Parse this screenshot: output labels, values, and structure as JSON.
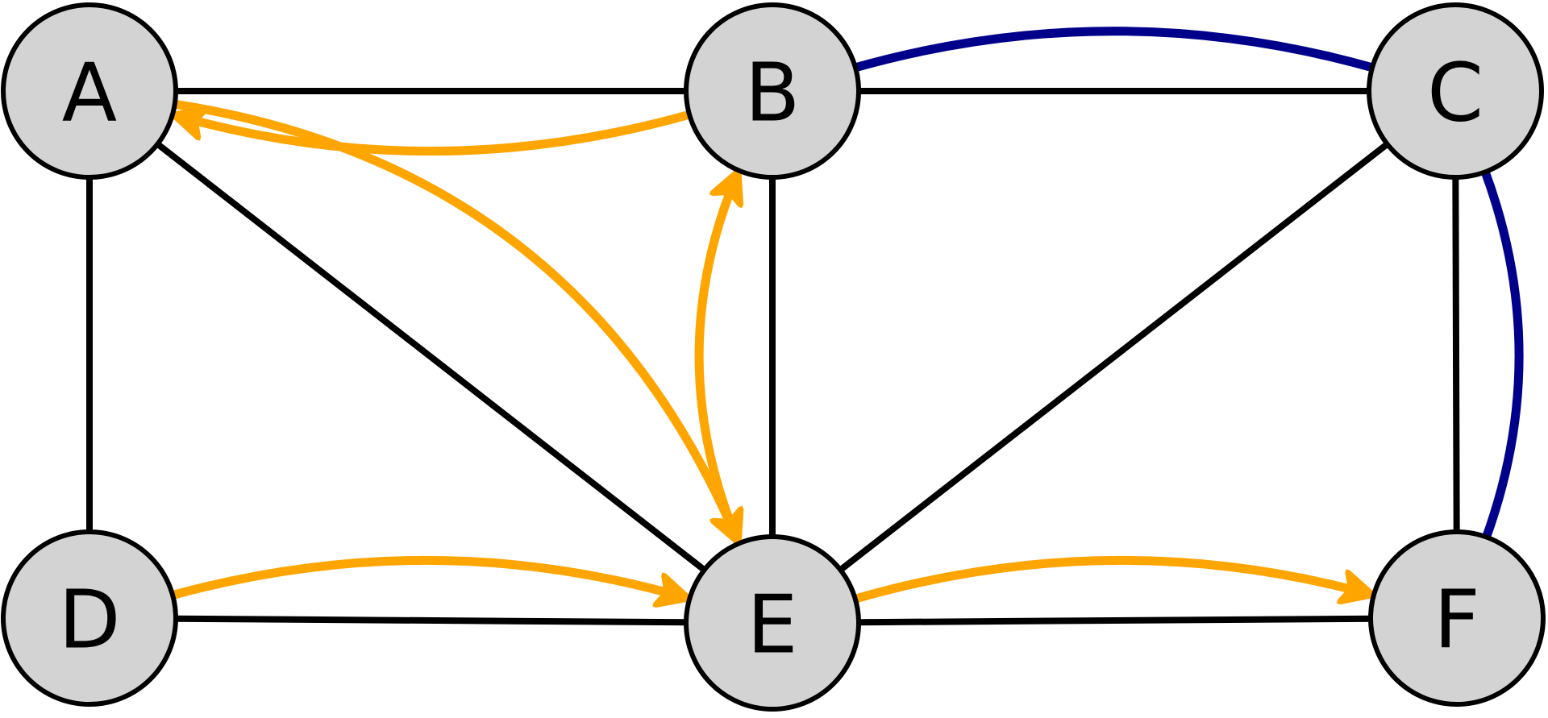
{
  "diagram": {
    "type": "graph",
    "colors": {
      "node_fill": "#d3d3d3",
      "node_stroke": "#000000",
      "edge": "#000000",
      "path_highlight": "#ffa500",
      "path_alt": "#00008b"
    },
    "nodes": [
      {
        "id": "A",
        "label": "A"
      },
      {
        "id": "B",
        "label": "B"
      },
      {
        "id": "C",
        "label": "C"
      },
      {
        "id": "D",
        "label": "D"
      },
      {
        "id": "E",
        "label": "E"
      },
      {
        "id": "F",
        "label": "F"
      }
    ],
    "edges": [
      {
        "from": "A",
        "to": "B"
      },
      {
        "from": "B",
        "to": "C"
      },
      {
        "from": "A",
        "to": "D"
      },
      {
        "from": "A",
        "to": "E"
      },
      {
        "from": "B",
        "to": "E"
      },
      {
        "from": "C",
        "to": "E"
      },
      {
        "from": "C",
        "to": "F"
      },
      {
        "from": "D",
        "to": "E"
      },
      {
        "from": "E",
        "to": "F"
      }
    ],
    "directed_arcs": [
      {
        "from": "B",
        "to": "A",
        "color": "orange",
        "arrow": true
      },
      {
        "from": "A",
        "to": "E",
        "color": "orange",
        "arrow": true
      },
      {
        "from": "E",
        "to": "B",
        "color": "orange",
        "arrow": true
      },
      {
        "from": "D",
        "to": "E",
        "color": "orange",
        "arrow": true
      },
      {
        "from": "E",
        "to": "F",
        "color": "orange",
        "arrow": true
      },
      {
        "from": "B",
        "to": "C",
        "color": "navy",
        "arrow": false
      },
      {
        "from": "C",
        "to": "F",
        "color": "navy",
        "arrow": false
      }
    ]
  }
}
